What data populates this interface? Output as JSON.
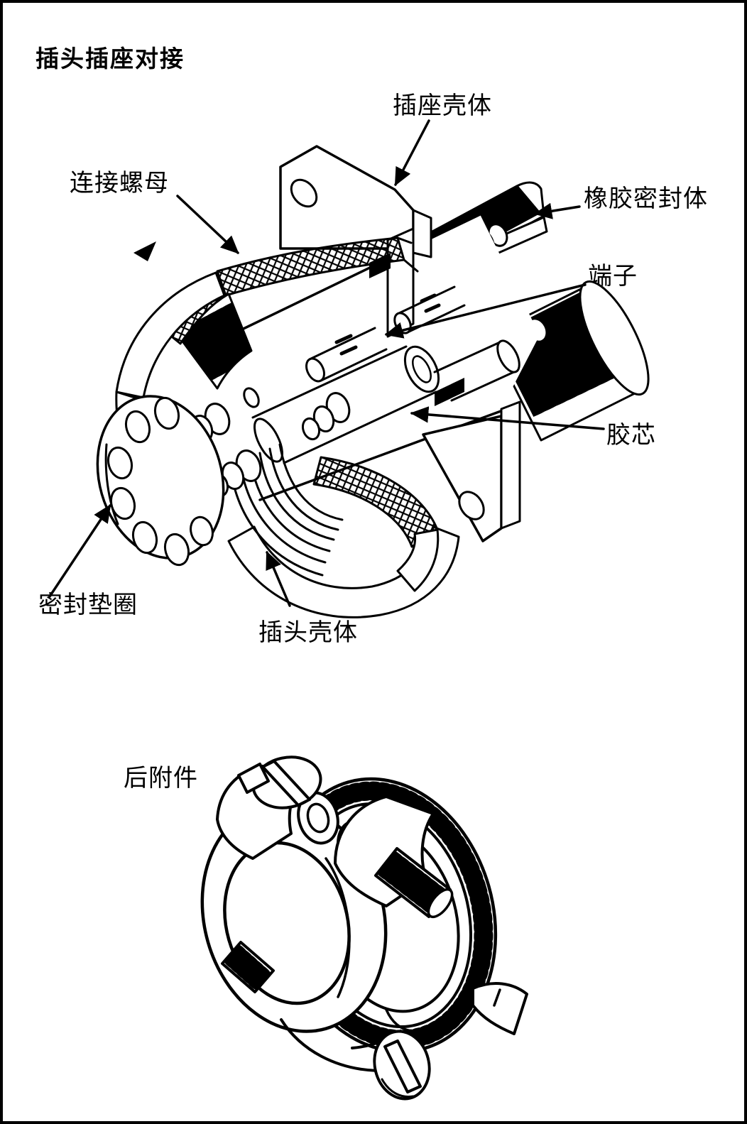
{
  "canvas": {
    "background": "#ffffff",
    "line_color": "#000000",
    "border_color": "#000000"
  },
  "title": {
    "text": "插头插座对接"
  },
  "main_figure": {
    "description": "插头插座对接剖视图",
    "labels": {
      "socket_housing": "插座壳体",
      "coupling_nut": "连接螺母",
      "rubber_seal": "橡胶密封体",
      "terminal": "端子",
      "rubber_insert": "胶芯",
      "sealing_gasket": "密封垫圈",
      "plug_housing": "插头壳体"
    }
  },
  "rear_figure": {
    "label": "后附件"
  }
}
